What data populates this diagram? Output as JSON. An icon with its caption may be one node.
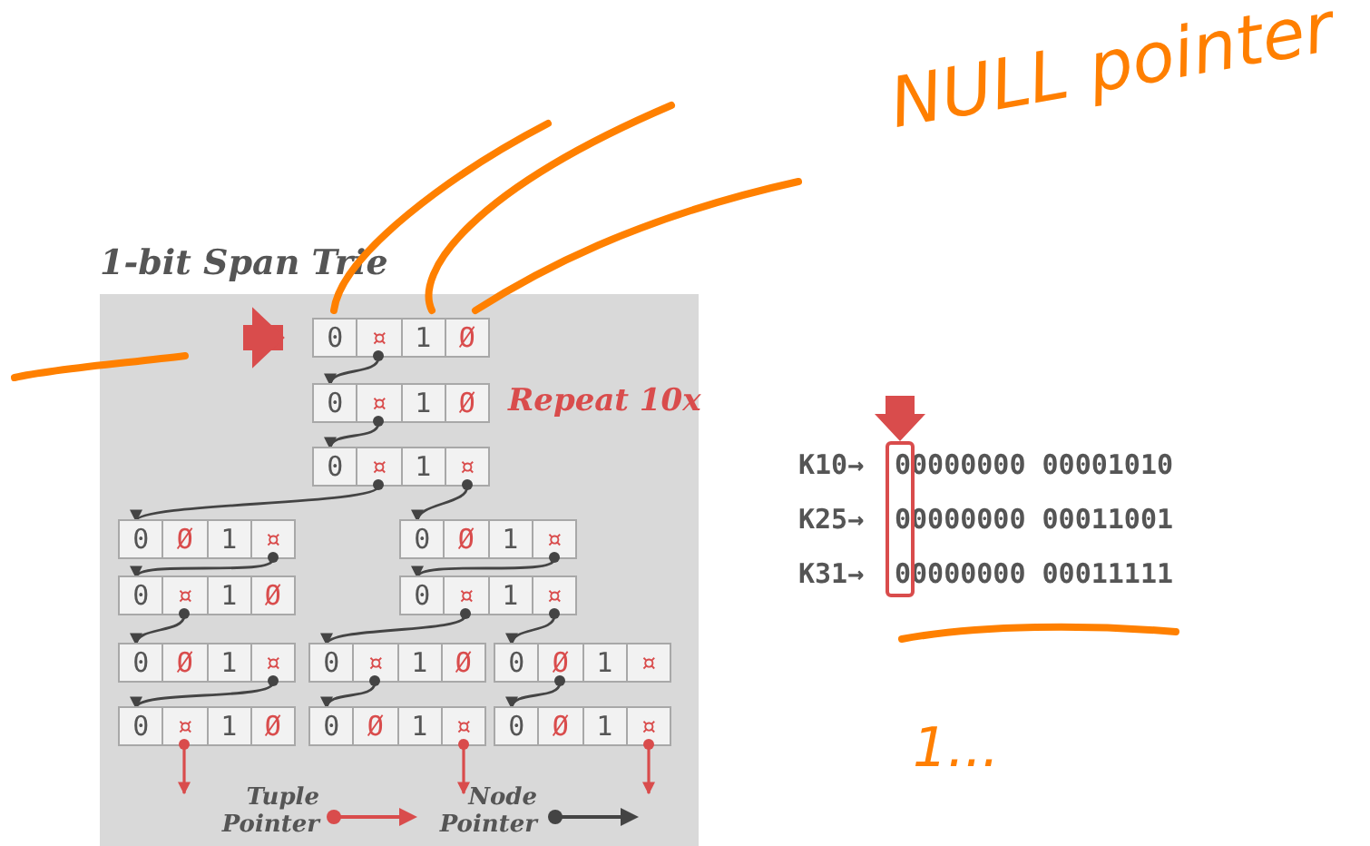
{
  "diagram": {
    "nodes": [
      {
        "text": [
          "1-bit Span Trie"
        ]
      },
      {
        "text": [
          "0",
          "¤",
          "1",
          "Ø"
        ],
        "in": 0
      },
      {
        "text": [
          "0",
          "¤",
          "1",
          "Ø"
        ],
        "in": 0
      },
      {
        "text": [
          "0",
          "¤",
          "1",
          "¤"
        ],
        "in": 0
      },
      {
        "text": [
          "0",
          "Ø",
          "1",
          "¤"
        ],
        "in": 0
      },
      {
        "text": [
          "0",
          "Ø",
          "1",
          "¤"
        ],
        "in": 0
      },
      {
        "text": [
          "0",
          "¤",
          "1",
          "Ø"
        ],
        "in": 0
      },
      {
        "text": [
          "0",
          "¤",
          "1",
          "¤"
        ],
        "in": 0
      },
      {
        "text": [
          "0",
          "Ø",
          "1",
          "¤"
        ],
        "in": 0
      },
      {
        "text": [
          "0",
          "¤",
          "1",
          "Ø"
        ],
        "in": 0
      },
      {
        "text": [
          "0",
          "Ø",
          "1",
          "¤"
        ],
        "in": 0
      },
      {
        "text": [
          "0",
          "¤",
          "1",
          "Ø"
        ],
        "in": 0
      },
      {
        "text": [
          "0",
          "Ø",
          "1",
          "¤"
        ],
        "in": 0
      },
      {
        "text": [
          "0",
          "Ø",
          "1",
          "¤"
        ],
        "in": 0
      }
    ],
    "edges": [
      {
        "from": null,
        "to": 1,
        "arrow": "to",
        "style": "thick",
        "color": "#d94c4c"
      },
      {
        "from": 1,
        "to": 2,
        "arrow": "to"
      },
      {
        "from": 2,
        "to": 3,
        "arrow": "to"
      },
      {
        "from": 3,
        "to": 4,
        "arrow": "to"
      },
      {
        "from": 3,
        "to": 5,
        "arrow": "to"
      },
      {
        "from": 4,
        "to": 6,
        "arrow": "to"
      },
      {
        "from": 5,
        "to": 7,
        "arrow": "to"
      },
      {
        "from": 6,
        "to": 8,
        "arrow": "to"
      },
      {
        "from": 7,
        "to": 9,
        "arrow": "to"
      },
      {
        "from": 7,
        "to": 10,
        "arrow": "to"
      },
      {
        "from": 8,
        "to": 11,
        "arrow": "to"
      },
      {
        "from": 9,
        "to": 12,
        "arrow": "to"
      },
      {
        "from": 10,
        "to": 13,
        "arrow": "to"
      },
      {
        "from": 11,
        "to": null,
        "arrow": "to",
        "color": "#d94c4c"
      },
      {
        "from": 12,
        "to": null,
        "arrow": "to",
        "color": "#d94c4c"
      },
      {
        "from": 13,
        "to": null,
        "arrow": "to",
        "color": "#d94c4c"
      }
    ],
    "labels": [
      "NULL pointer",
      "Repeat 10x",
      "K10→",
      "00000000 00001010",
      "K25→",
      "00000000 00011001",
      "K31→",
      "00000000 00011111",
      "1..."
    ],
    "legend": [
      {
        "text": "Tuple Pointer"
      },
      {
        "text": "Node Pointer"
      }
    ]
  }
}
